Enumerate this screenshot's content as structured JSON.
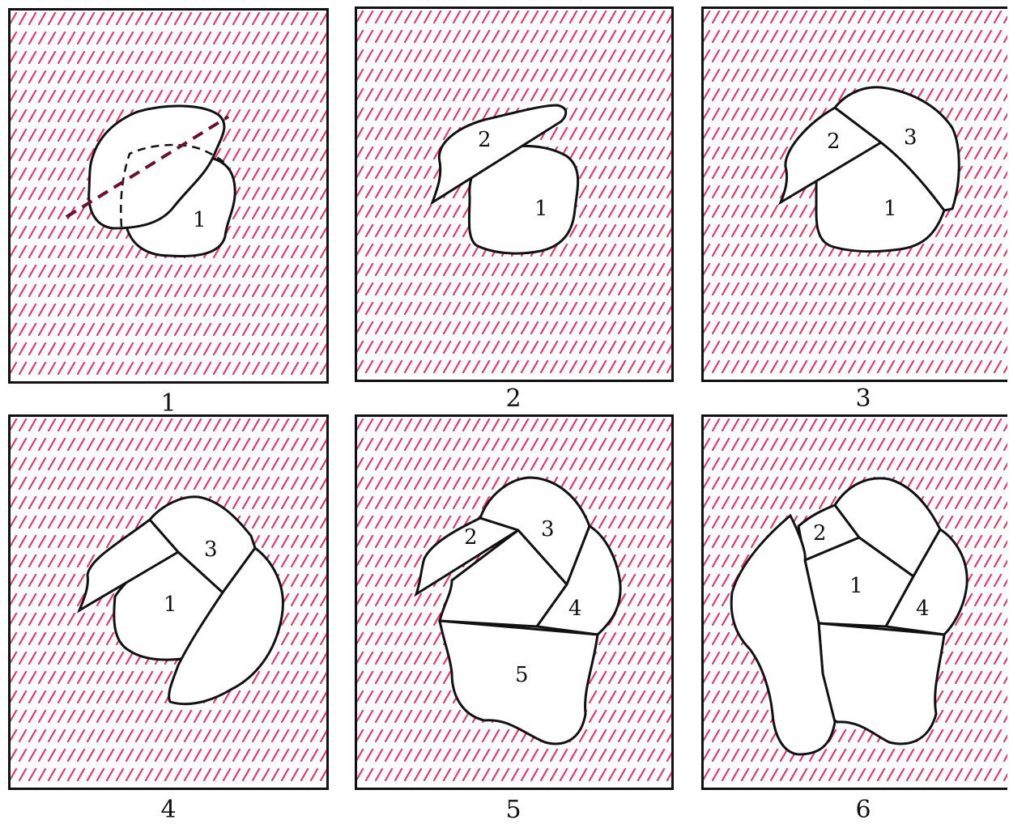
{
  "hatch_color": "#e8376b",
  "outline_color": "#111111",
  "cut_line_color": "#6a1030",
  "panels": [
    {
      "caption": "1",
      "labels": [
        "1"
      ]
    },
    {
      "caption": "2",
      "labels": [
        "2",
        "1"
      ]
    },
    {
      "caption": "3",
      "labels": [
        "2",
        "3",
        "1"
      ]
    },
    {
      "caption": "4",
      "labels": [
        "3",
        "1"
      ]
    },
    {
      "caption": "5",
      "labels": [
        "2",
        "3",
        "4",
        "5"
      ]
    },
    {
      "caption": "6",
      "labels": [
        "2",
        "1",
        "4"
      ]
    }
  ]
}
